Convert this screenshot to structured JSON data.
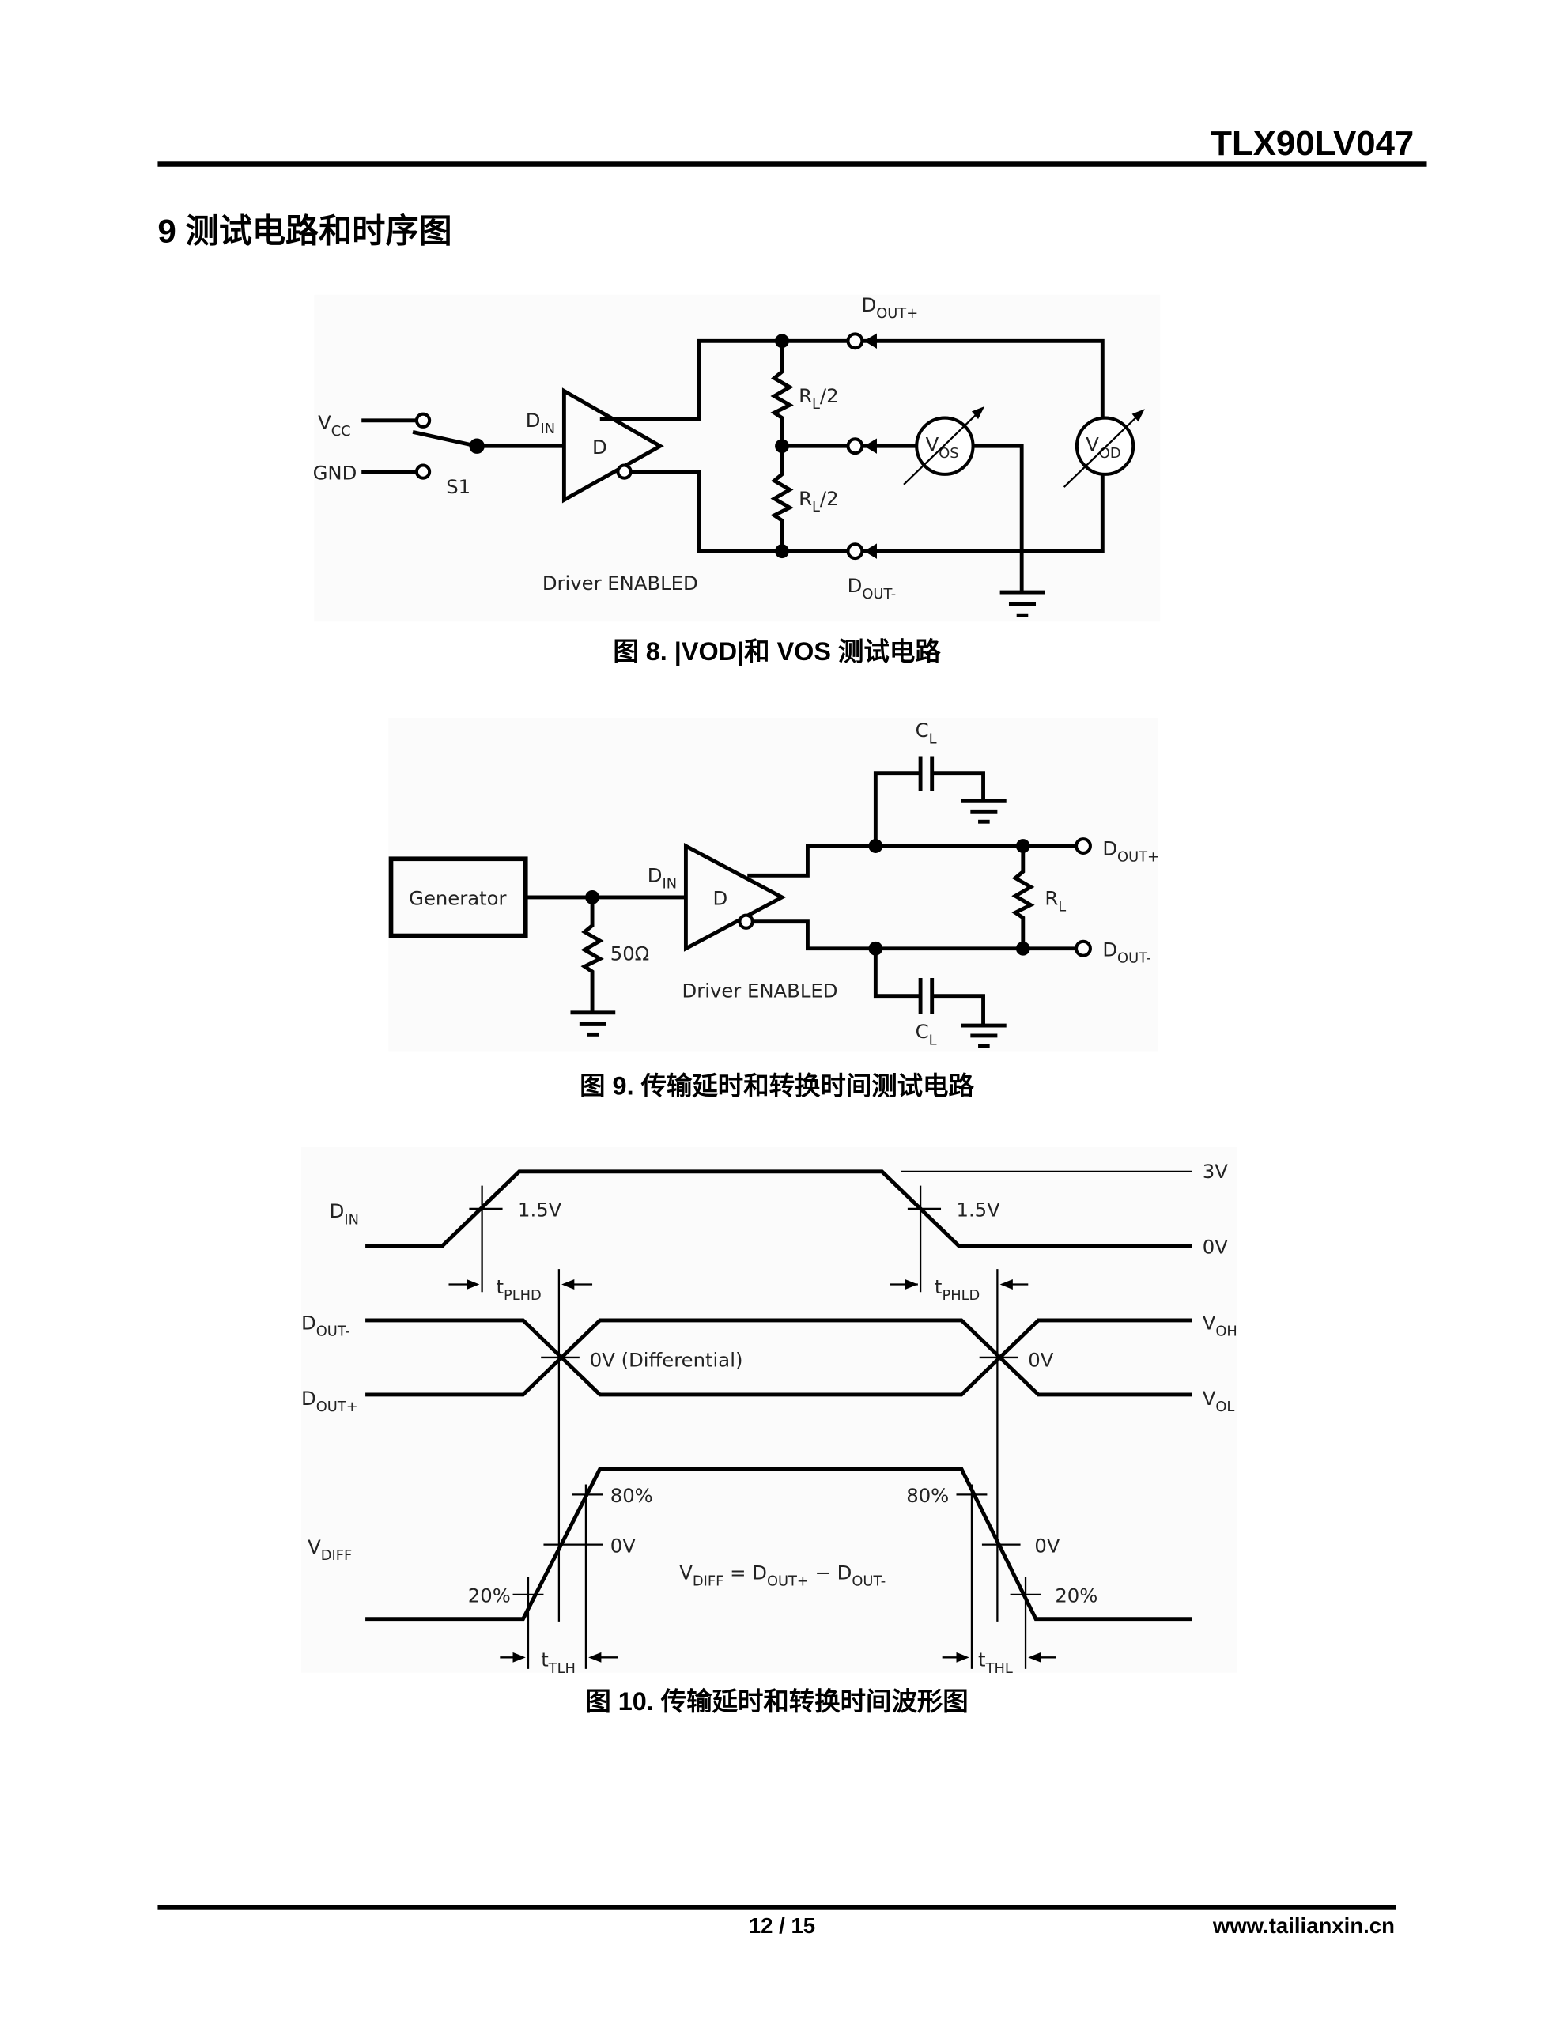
{
  "header": {
    "doc_title": "TLX90LV047"
  },
  "section": {
    "title": "9 测试电路和时序图"
  },
  "fig8": {
    "caption": "图 8. |VOD|和 VOS 测试电路",
    "vcc": {
      "main": "V",
      "sub": "CC"
    },
    "gnd": "GND",
    "switch": "S1",
    "din": {
      "main": "D",
      "sub": "IN"
    },
    "driver": "D",
    "rl_top": {
      "main": "R",
      "sub": "L",
      "rest": "/2"
    },
    "rl_bot": {
      "main": "R",
      "sub": "L",
      "rest": "/2"
    },
    "vos": {
      "main": "V",
      "sub": "OS"
    },
    "vod": {
      "main": "V",
      "sub": "OD"
    },
    "dout_plus": {
      "main": "D",
      "sub": "OUT+"
    },
    "dout_minus": {
      "main": "D",
      "sub": "OUT-"
    },
    "enabled": "Driver ENABLED"
  },
  "fig9": {
    "caption": "图 9. 传输延时和转换时间测试电路",
    "generator": "Generator",
    "r50": "50Ω",
    "din": {
      "main": "D",
      "sub": "IN"
    },
    "driver": "D",
    "cl_top": {
      "main": "C",
      "sub": "L"
    },
    "cl_bot": {
      "main": "C",
      "sub": "L"
    },
    "rl": {
      "main": "R",
      "sub": "L"
    },
    "dout_plus": {
      "main": "D",
      "sub": "OUT+"
    },
    "dout_minus": {
      "main": "D",
      "sub": "OUT-"
    },
    "enabled": "Driver ENABLED"
  },
  "fig10": {
    "caption": "图 10. 传输延时和转换时间波形图",
    "din": {
      "main": "D",
      "sub": "IN"
    },
    "v3": "3V",
    "v0": "0V",
    "v15_left": "1.5V",
    "v15_right": "1.5V",
    "tplhd": {
      "main": "t",
      "sub": "PLHD"
    },
    "tphld": {
      "main": "t",
      "sub": "PHLD"
    },
    "dout_minus": {
      "main": "D",
      "sub": "OUT-"
    },
    "dout_plus": {
      "main": "D",
      "sub": "OUT+"
    },
    "voh": {
      "main": "V",
      "sub": "OH"
    },
    "vol": {
      "main": "V",
      "sub": "OL"
    },
    "diff_left": "0V (Differential)",
    "diff_right": "0V",
    "vdiff": {
      "main": "V",
      "sub": "DIFF"
    },
    "p80_left": "80%",
    "p80_right": "80%",
    "zero_left": "0V",
    "zero_right": "0V",
    "p20_left": "20%",
    "p20_right": "20%",
    "ttlh": {
      "main": "t",
      "sub": "TLH"
    },
    "tthl": {
      "main": "t",
      "sub": "THL"
    },
    "equation": {
      "v": "V",
      "vsub": "DIFF",
      "eq": " = ",
      "d1": "D",
      "d1sub": "OUT+",
      "minus": " − ",
      "d2": "D",
      "d2sub": "OUT-"
    }
  },
  "footer": {
    "page": "12 / 15",
    "website": "www.tailianxin.cn"
  }
}
